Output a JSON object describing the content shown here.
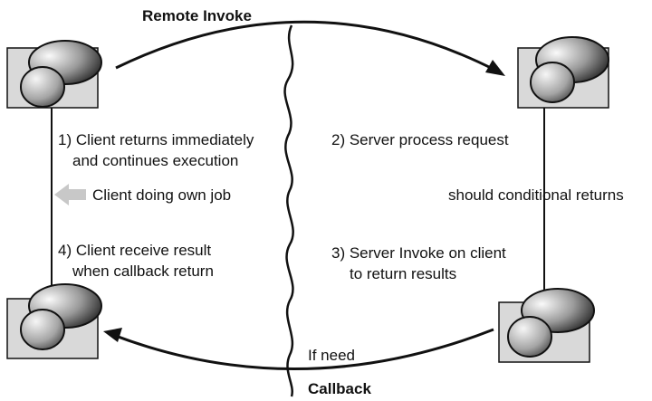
{
  "labels": {
    "remote_invoke": "Remote Invoke",
    "callback": "Callback",
    "if_need": "If need",
    "step1_line1": "1) Client returns immediately",
    "step1_line2": "and continues execution",
    "client_own_job": "Client doing own job",
    "step4_line1": "4) Client receive result",
    "step4_line2": "when callback return",
    "step2": "2) Server process request",
    "conditional_returns": "should conditional returns",
    "step3_line1": "3) Server Invoke on client",
    "step3_line2": "to return results"
  },
  "colors": {
    "box_fill": "#d9d9d9",
    "line": "#111111",
    "arrow_hint": "#c8c8c8"
  }
}
